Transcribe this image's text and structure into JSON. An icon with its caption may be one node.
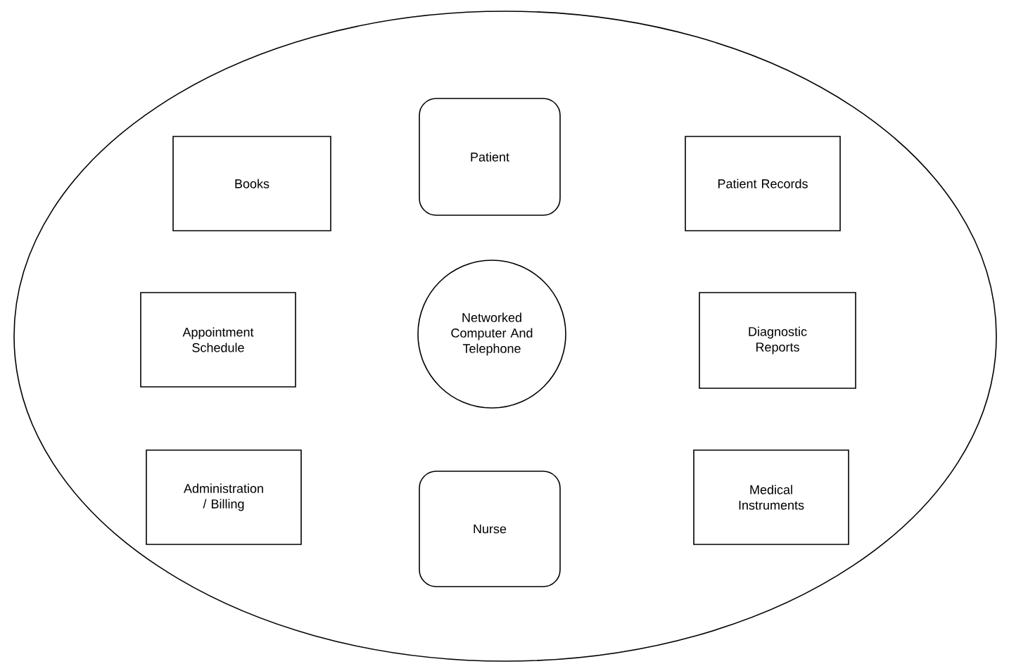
{
  "diagram": {
    "nodes": [
      {
        "text": [],
        "shape": "ellipse"
      },
      {
        "text": [
          "Books"
        ],
        "in": 0
      },
      {
        "text": [
          "Patient"
        ],
        "in": 0
      },
      {
        "text": [
          "Patient Records"
        ],
        "in": 0
      },
      {
        "text": [
          "Appointment Schedule"
        ],
        "in": 0
      },
      {
        "text": [
          "Networked Computer And Telephone"
        ],
        "in": 0
      },
      {
        "text": [
          "Diagnostic Reports"
        ],
        "in": 0
      },
      {
        "text": [
          "Administration / Billing"
        ],
        "in": 0
      },
      {
        "text": [
          "Nurse"
        ],
        "in": 0
      },
      {
        "text": [
          "Medical Instruments"
        ],
        "in": 0
      }
    ]
  }
}
